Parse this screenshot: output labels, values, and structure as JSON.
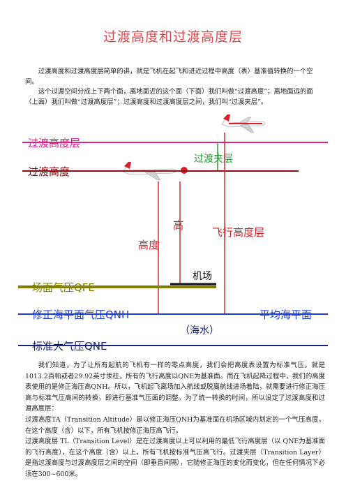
{
  "title": "过渡高度和过渡高度层",
  "intro": [
    "过渡高度和过渡高度层简单的讲，就是飞机在起飞和进近过程中高度（表）基准值转换的一个空间。",
    "这个过渡空间分成上下两个面，离地面近的这个面（下面）我们叫做“过渡高度”；离地面远的面（上面）我们叫做“过渡高度层”；过渡高度和过渡高度层之间，我们叫“过渡夹层”。"
  ],
  "diagram": {
    "labels": {
      "transition_level": "过渡高度层",
      "transition_altitude": "过渡高度",
      "transition_layer": "过渡夹层",
      "height_top": "高",
      "height_bottom": "高度",
      "flight_level": "飞行高度层",
      "airport": "机场",
      "qfe": "场面气压QFE",
      "qnh": "修正海平面气压QNH",
      "msl": "平均海平面",
      "sea": "（海水）",
      "qne": "标准大气压QNE"
    },
    "colors": {
      "transition_level": "#e0218a",
      "transition_altitude": "#8b0a14",
      "transition_layer": "#2f9a3a",
      "height": "#e0202a",
      "qfe": "#808000",
      "qnh": "#1f3fd6",
      "qne": "#1a237e",
      "airport": "#111111"
    },
    "icons": [
      "airplane-icon",
      "airplane-icon"
    ]
  },
  "body": [
    "我们知道，为了让所有起航的飞机有一样的零点高度，我们会把高度表设置为标准气压，就是1013.2百帕或者29.92英寸汞柱，所有的飞行高度以QNE为基准面。而在飞机起降过程中，我们的高度表使用的是修正海压高QNH。所以，飞机起飞离场加入航线或脱离航线进场着陆，就需要进行修正海压高与标准气压高间的转换，即进行基准气压面的调整。为了统一转换的时间，所以设定了过渡高度和过渡高度层：",
    "过渡高度TA（Transition Altitude）是以修正海压QNH为基准面在机场区域内划定的一个气压高度，在这个高度（含）以下，所有飞机按修正海压高飞行。",
    "过渡高度层 TL（Transition Level）是在过渡高度以上可以利用的最低飞行高度层（以 QNE为基准面的飞行高度），在这个高度（含）以上，所有飞机按标准气压高飞行。过渡夹层（Transition Layer）是指过渡高度与过渡高度层之间的空间（即垂直间隔），它随修正海压的变化而变化，但在任何情况下必须在300~600米。"
  ]
}
